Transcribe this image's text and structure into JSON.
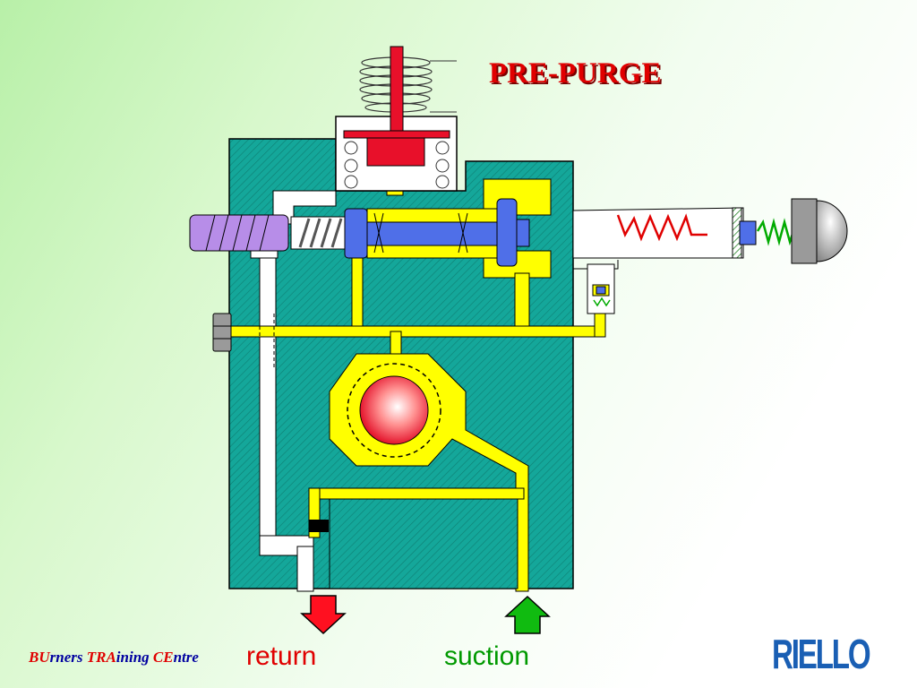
{
  "title": "PRE-PURGE",
  "labels": {
    "return": "return",
    "suction": "suction"
  },
  "footer": [
    {
      "text": "BU",
      "style": "cap"
    },
    {
      "text": "rners ",
      "style": "low"
    },
    {
      "text": "TRA",
      "style": "cap"
    },
    {
      "text": "ining ",
      "style": "low"
    },
    {
      "text": "CE",
      "style": "cap"
    },
    {
      "text": "ntre",
      "style": "low"
    }
  ],
  "logo": "RIELLO",
  "colors": {
    "body": "#14a79a",
    "fluid": "#ffff00",
    "spool": "#4f6fe8",
    "piston": "#e8102a",
    "return_arrow": "#ff1020",
    "suction_arrow": "#10bb10",
    "solenoid": "#b78de8",
    "title": "#e00000"
  }
}
